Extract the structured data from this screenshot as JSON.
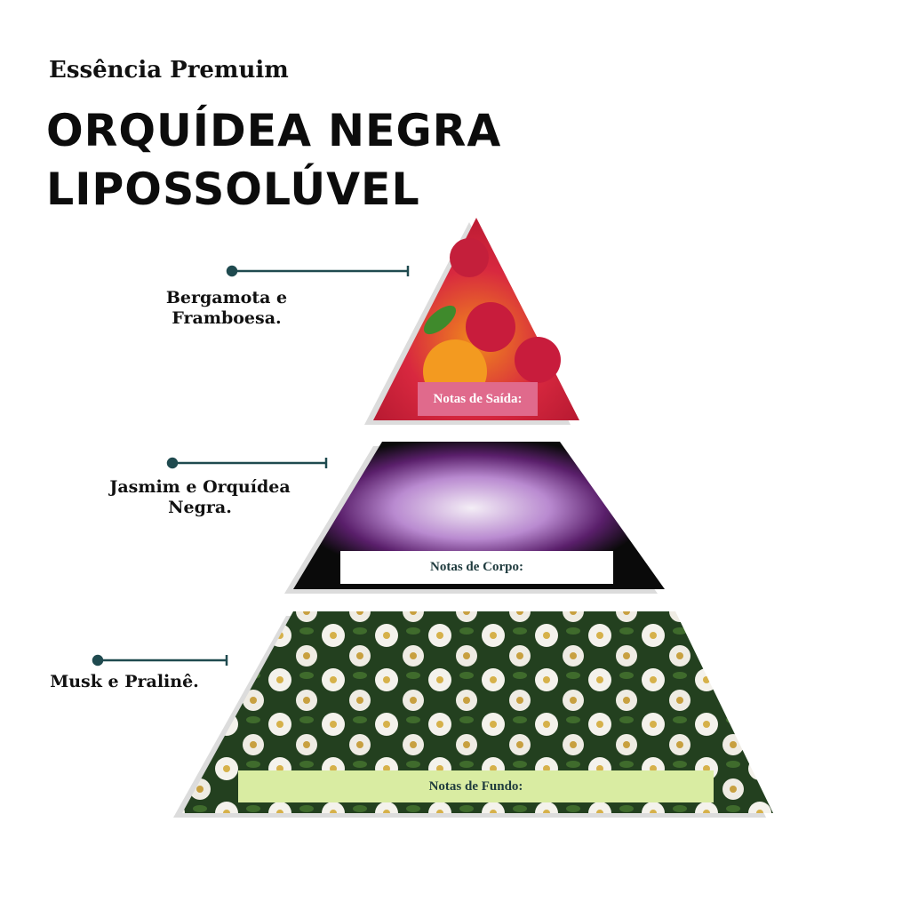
{
  "header": {
    "subtitle": "Essência Premuim",
    "title_line1": "ORQUÍDEA NEGRA",
    "title_line2": "LIPOSSOLÚVEL"
  },
  "tiers": [
    {
      "label": "Notas de Saída:",
      "notes_line1": "Bergamota e",
      "notes_line2": "Framboesa.",
      "label_bg": "#e06a8c",
      "label_color": "#ffffff"
    },
    {
      "label": "Notas de Corpo:",
      "notes_line1": "Jasmim e Orquídea",
      "notes_line2": "Negra.",
      "label_bg": "#ffffff",
      "label_color": "#1f3b3e"
    },
    {
      "label": "Notas de Fundo:",
      "notes_line1": "Musk e Pralinê.",
      "label_bg": "#d9eca2",
      "label_color": "#1f3b3e"
    }
  ],
  "colors": {
    "connector": "#1f4a4f"
  }
}
